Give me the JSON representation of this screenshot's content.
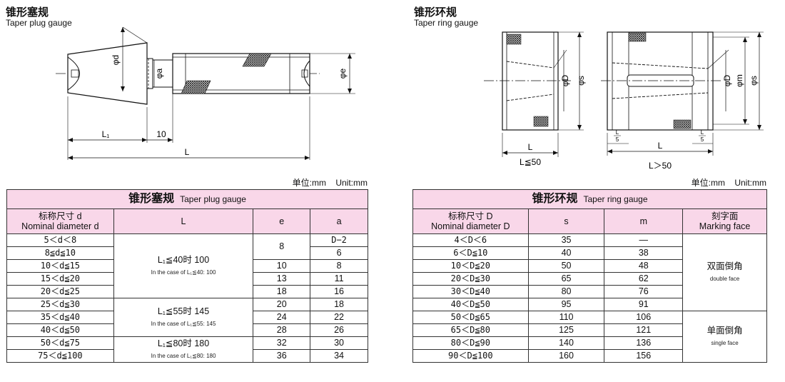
{
  "plug": {
    "title_zh": "锥形塞规",
    "title_en": "Taper plug gauge",
    "dims": {
      "d": "φd",
      "a": "φa",
      "e": "φe",
      "L1": "L₁",
      "ten": "10",
      "L": "L"
    },
    "unit": "单位:mm    Unit:mm",
    "table": {
      "caption_zh": "锥形塞规",
      "caption_en": "Taper plug gauge",
      "headers": [
        "标称尺寸 d\nNominal diameter d",
        "L",
        "e",
        "a"
      ],
      "rows": [
        {
          "d": "5＜d＜8",
          "e": "8",
          "a": "D−2"
        },
        {
          "d": "8≦d≦10",
          "e": "",
          "a": "6"
        },
        {
          "d": "10＜d≦15",
          "e": "10",
          "a": "8"
        },
        {
          "d": "15＜d≦20",
          "e": "13",
          "a": "11"
        },
        {
          "d": "20＜d≦25",
          "e": "18",
          "a": "16"
        },
        {
          "d": "25＜d≦30",
          "e": "20",
          "a": "18"
        },
        {
          "d": "35＜d≦40",
          "e": "24",
          "a": "22"
        },
        {
          "d": "40＜d≦50",
          "e": "28",
          "a": "26"
        },
        {
          "d": "50＜d≦75",
          "e": "32",
          "a": "30"
        },
        {
          "d": "75＜d≦100",
          "e": "36",
          "a": "34"
        }
      ],
      "L_groups": [
        {
          "main": "L₁≦40时 100",
          "sub": "In the case of L₁≦40: 100"
        },
        {
          "main": "L₁≦55时 145",
          "sub": "In the case of L₁≦55: 145"
        },
        {
          "main": "L₁≦80时 180",
          "sub": "In the case of L₁≦80: 180"
        }
      ]
    }
  },
  "ring": {
    "title_zh": "锥形环规",
    "title_en": "Taper ring gauge",
    "dims": {
      "D": "φD",
      "s": "φs",
      "m": "φm",
      "L": "L",
      "cond1": "L≦50",
      "cond2": "L＞50",
      "frac_num": "L",
      "frac_den": "5"
    },
    "unit": "单位:mm    Unit:mm",
    "table": {
      "caption_zh": "锥形环规",
      "caption_en": "Taper ring gauge",
      "headers": [
        "标称尺寸 D\nNominal diameter D",
        "s",
        "m",
        "刻字面\nMarking face"
      ],
      "rows": [
        {
          "D": "4＜D＜6",
          "s": "35",
          "m": "—"
        },
        {
          "D": "6＜D≦10",
          "s": "40",
          "m": "38"
        },
        {
          "D": "10＜D≦20",
          "s": "50",
          "m": "48"
        },
        {
          "D": "20＜D≦30",
          "s": "65",
          "m": "62"
        },
        {
          "D": "30＜D≦40",
          "s": "80",
          "m": "76"
        },
        {
          "D": "40＜D≦50",
          "s": "95",
          "m": "91"
        },
        {
          "D": "50＜D≦65",
          "s": "110",
          "m": "106"
        },
        {
          "D": "65＜D≦80",
          "s": "125",
          "m": "121"
        },
        {
          "D": "80＜D≦90",
          "s": "140",
          "m": "136"
        },
        {
          "D": "90＜D≦100",
          "s": "160",
          "m": "156"
        }
      ],
      "marking": [
        {
          "main": "双面倒角",
          "sub": "double face"
        },
        {
          "main": "单面倒角",
          "sub": "single face"
        }
      ]
    }
  },
  "colors": {
    "header_bg": "#f9d7e9",
    "line": "#333333"
  }
}
